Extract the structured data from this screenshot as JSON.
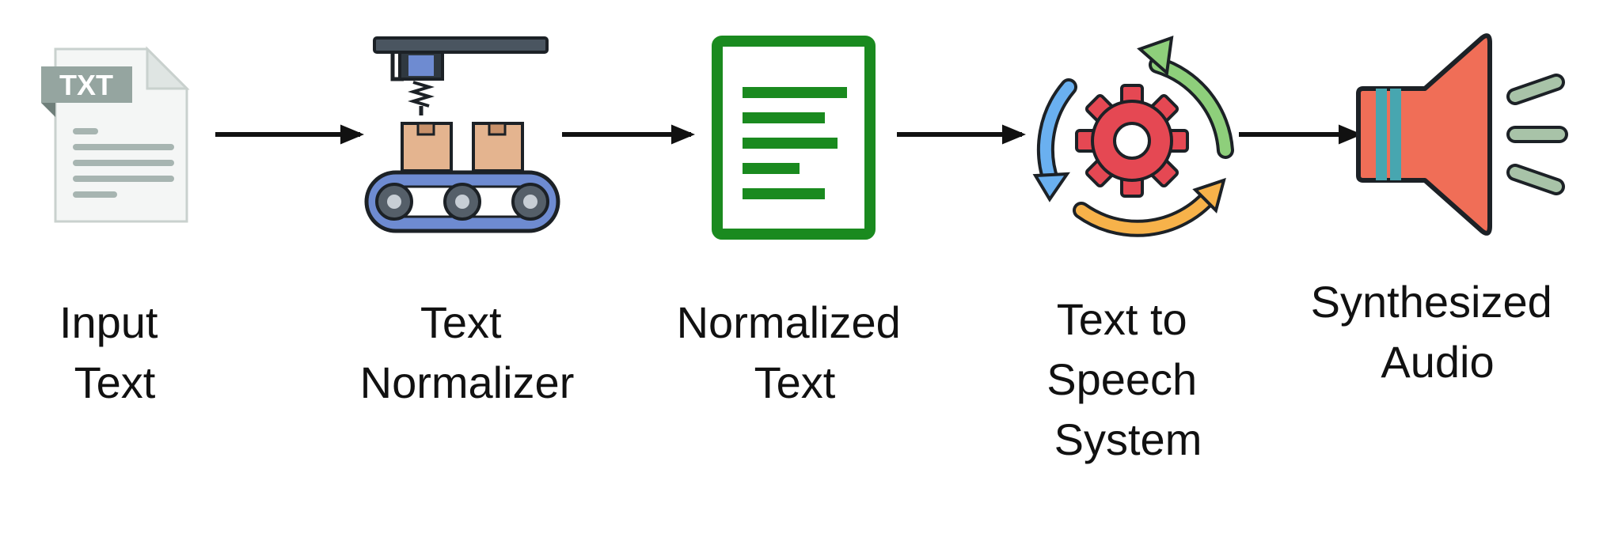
{
  "nodes": [
    {
      "id": "input-text",
      "label_lines": [
        "Input",
        "Text"
      ],
      "icon": "txt-file-icon"
    },
    {
      "id": "text-normalizer",
      "label_lines": [
        "Text",
        "Normalizer"
      ],
      "icon": "conveyor-machine-icon"
    },
    {
      "id": "normalized-text",
      "label_lines": [
        "Normalized",
        "Text"
      ],
      "icon": "green-document-icon"
    },
    {
      "id": "text-to-speech-system",
      "label_lines": [
        "Text to",
        "Speech",
        "System"
      ],
      "icon": "gear-cycle-icon"
    },
    {
      "id": "synthesized-audio",
      "label_lines": [
        "Synthesized",
        "Audio"
      ],
      "icon": "speaker-icon"
    }
  ],
  "icon_texts": {
    "txt_badge": "TXT"
  },
  "colors": {
    "arrow": "#111111",
    "doc_gray": "#95a5a0",
    "doc_green": "#1a8a1f",
    "box": "#e4b48f",
    "conveyor": "#6e8bd1",
    "gear": "#e54853",
    "cycle_green": "#8ecf7b",
    "cycle_blue": "#6ab0f0",
    "cycle_orange": "#f7b24a",
    "speaker": "#f06e57",
    "speaker_teal": "#47a6b0",
    "sound_wave": "#a8c3a8"
  }
}
